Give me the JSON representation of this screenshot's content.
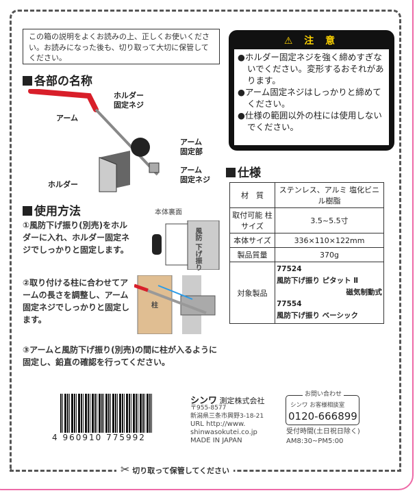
{
  "intro_text": "この箱の説明をよくお読みの上、正しくお使いください。お読みになった後も、切り取って大切に保管してください。",
  "parts": {
    "title": "各部の名称",
    "arm": "アーム",
    "holder_screw_1": "ホルダー",
    "holder_screw_2": "固定ネジ",
    "arm_fix_1": "アーム",
    "arm_fix_2": "固定部",
    "arm_screw_1": "アーム",
    "arm_screw_2": "固定ネジ",
    "holder": "ホルダー"
  },
  "caution": {
    "title": "⚠ 注 意",
    "items": [
      "●ホルダー固定ネジを強く締めすぎないでください。変形するおそれがあります。",
      "●アーム固定ネジはしっかりと締めてください。",
      "●仕様の範囲以外の柱には使用しないでください。"
    ]
  },
  "specs": {
    "title": "仕様",
    "rows": [
      {
        "k": "材　質",
        "v": "ステンレス、アルミ 塩化ビニル樹脂"
      },
      {
        "k": "取付可能 柱サイズ",
        "v": "3.5~5.5寸"
      },
      {
        "k": "本体サイズ",
        "v": "336×110×122mm"
      },
      {
        "k": "製品質量",
        "v": "370g"
      }
    ],
    "target_label": "対象製品",
    "target": [
      "77524",
      "風防下げ振り ピタット Ⅱ",
      "磁気制動式",
      "77554",
      "風防下げ振り ベーシック"
    ]
  },
  "usage": {
    "title": "使用方法",
    "back_label": "本体裏面",
    "plumb_label": "風防 下げ振り",
    "pillar_label": "柱",
    "steps": [
      "①風防下げ振り(別売)をホルダーに入れ、ホルダー固定ネジでしっかりと固定します。",
      "②取り付ける柱に合わせてアームの長さを調整し、アーム固定ネジでしっかりと固定します。",
      "③アームと風防下げ振り(別売)の間に柱が入るように固定し、鉛直の確認を行ってください。"
    ]
  },
  "barcode": "4 960910 775992",
  "company": {
    "logo": "シンワ",
    "name": "測定株式会社",
    "zip": "〒955-8577",
    "address": "新潟県三条市興野3-18-21",
    "url1": "URL http://www.",
    "url2": "shinwasokutei.co.jp",
    "made": "MADE IN JAPAN"
  },
  "contact": {
    "header": "お問い合わせ",
    "desk": "シンワ お客様相談室",
    "phone": "0120-666899",
    "hours1": "受付時間(土日祝日除く)",
    "hours2": "AM8:30~PM5:00"
  },
  "cut_label": "切り取って保管してください",
  "colors": {
    "accent": "#e8243c",
    "caution_title": "#ffd400",
    "pink": "#ee6aa7"
  }
}
